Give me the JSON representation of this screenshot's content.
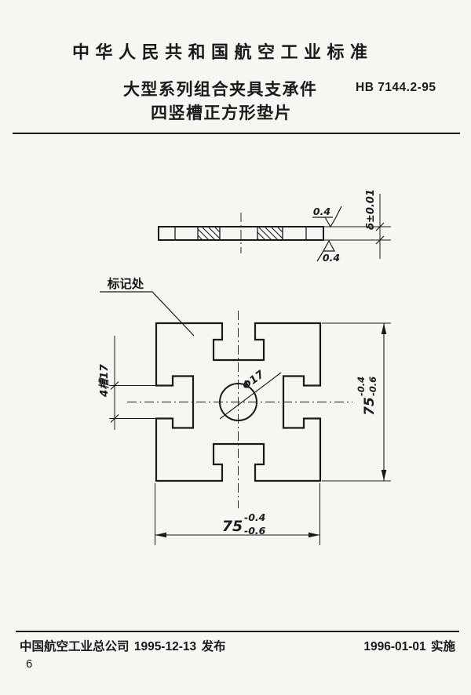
{
  "page": {
    "paper_color": "#f7f6f2",
    "ink_color": "#1a1a1a"
  },
  "header": {
    "standard_title": "中华人民共和国航空工业标准",
    "part_series": "大型系列组合夹具支承件",
    "part_name": "四竖槽正方形垫片",
    "standard_number": "HB 7144.2-95"
  },
  "drawing": {
    "section_view": {
      "thickness_dimension": "δ±0.01",
      "roughness_top": "0.4",
      "roughness_bottom": "0.4"
    },
    "plan_view": {
      "marking_label": "标记处",
      "slot_dimension": "4槽17",
      "hole_dimension": "Φ17",
      "width_dimension": {
        "value": "75",
        "upper": "-0.4",
        "lower": "-0.6"
      },
      "height_dimension": {
        "value": "75",
        "upper": "-0.4",
        "lower": "-0.6"
      }
    }
  },
  "footer": {
    "issuer": "中国航空工业总公司",
    "issue_date": "1995-12-13",
    "issue_word": "发布",
    "implement_date": "1996-01-01",
    "implement_word": "实施",
    "page_number": "6"
  }
}
